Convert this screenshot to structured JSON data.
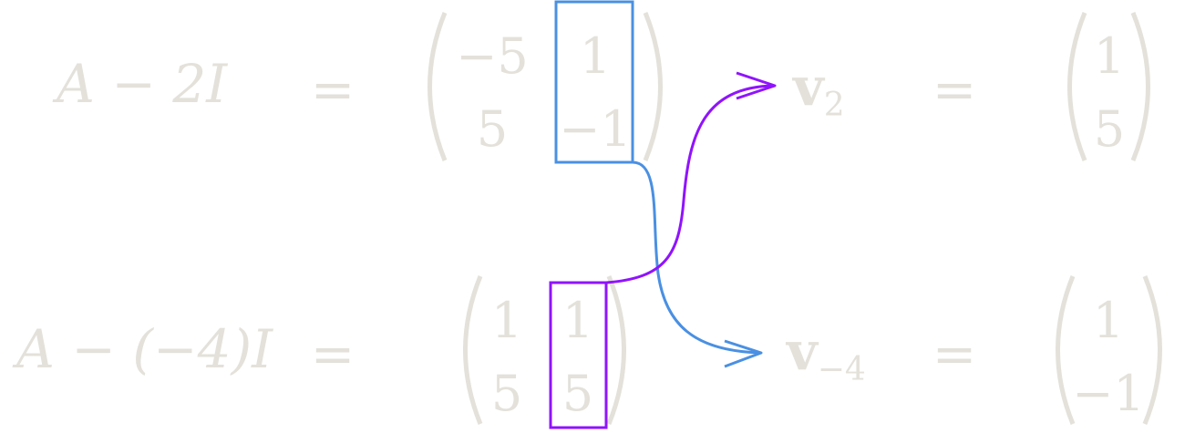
{
  "colors": {
    "text": "#e3e1da",
    "blue": "#4a90e2",
    "purple": "#9013fe"
  },
  "row1": {
    "lhs_base": "A − 2",
    "lhs_I": "I",
    "equals": "=",
    "matrix": [
      [
        "−5",
        "1"
      ],
      [
        "5",
        "−1"
      ]
    ],
    "vector_symbol": "v",
    "vector_subscript": "2",
    "equals2": "=",
    "vector": [
      "1",
      "5"
    ]
  },
  "row2": {
    "lhs_base": "A − (−4)",
    "lhs_I": "I",
    "equals": "=",
    "matrix": [
      [
        "1",
        "1"
      ],
      [
        "5",
        "5"
      ]
    ],
    "vector_symbol": "v",
    "vector_subscript": "−4",
    "equals2": "=",
    "vector": [
      "1",
      "−1"
    ]
  }
}
